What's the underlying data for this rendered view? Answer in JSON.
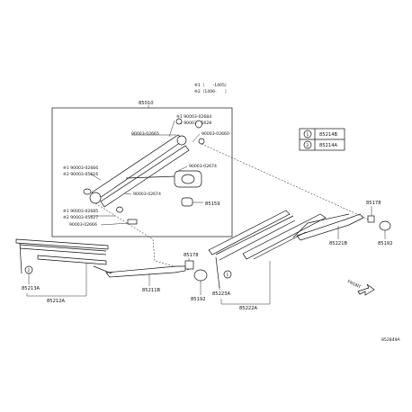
{
  "legend_top": {
    "line1": "※1（　　-1405）",
    "line2": "※2（1406-　　）"
  },
  "legend_box": [
    {
      "mark": "1",
      "part": "85214B"
    },
    {
      "mark": "2",
      "part": "85214A"
    }
  ],
  "labels": {
    "assembly": "85010",
    "b1": "※1 90003-02684",
    "b2": "※2 90003-05628",
    "b3": "90003-02665",
    "b4": "90003-02660",
    "b5": "90003-02674",
    "b6": "※1 90003-02666",
    "b7": "※2 90003-05616",
    "b8": "90003-02674",
    "b9": "※1 90003-02685",
    "b10": "※2 90003-05627",
    "b11": "90003-02666",
    "cap_motor": "85159",
    "cap_right": "85178",
    "cap_right2": "85192",
    "arm_right": "85221B",
    "cap_center": "85178",
    "cap_center2": "85192",
    "blade_left_refill": "85213A",
    "blade_left": "85212A",
    "arm_left": "85211B",
    "blade_right_refill": "85223A",
    "blade_right": "85222A",
    "front": "FRONT",
    "figure_code": "852849A",
    "circle_refill_left": "2",
    "circle_refill_right": "1"
  }
}
